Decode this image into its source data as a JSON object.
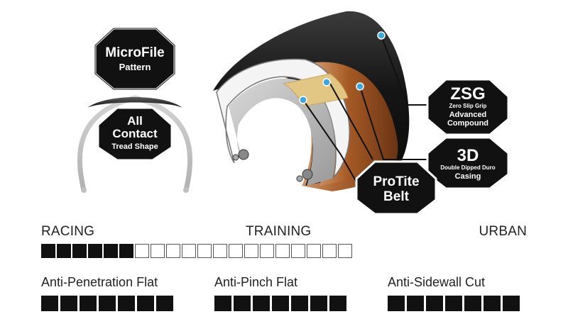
{
  "callouts": {
    "microfile": {
      "line1": "MicroFile",
      "line2": "Pattern"
    },
    "allcontact": {
      "line1": "All",
      "line2": "Contact",
      "line3": "Tread Shape"
    },
    "zsg": {
      "line1": "ZSG",
      "line2": "Zero Slip Grip",
      "line3": "Advanced",
      "line4": "Compound"
    },
    "threed": {
      "line1": "3D",
      "line2": "Double Dipped Duro",
      "line3": "Casing"
    },
    "protite": {
      "line1": "ProTite",
      "line2": "Belt"
    }
  },
  "usage_scale": {
    "labels": {
      "left": "RACING",
      "center": "TRAINING",
      "right": "URBAN"
    },
    "total_cells": 20,
    "filled_cells": 6
  },
  "protection": [
    {
      "label": "Anti-Penetration Flat",
      "rating": 7,
      "max": 7
    },
    {
      "label": "Anti-Pinch Flat",
      "rating": 7,
      "max": 7
    },
    {
      "label": "Anti-Sidewall Cut",
      "rating": 7,
      "max": 7
    }
  ],
  "colors": {
    "badge_fill": "#111111",
    "badge_border": "#ffffff",
    "pointer_dot": "#3aa9df",
    "casing_brown": "#a65a25",
    "belt_tan": "#e2c784"
  }
}
